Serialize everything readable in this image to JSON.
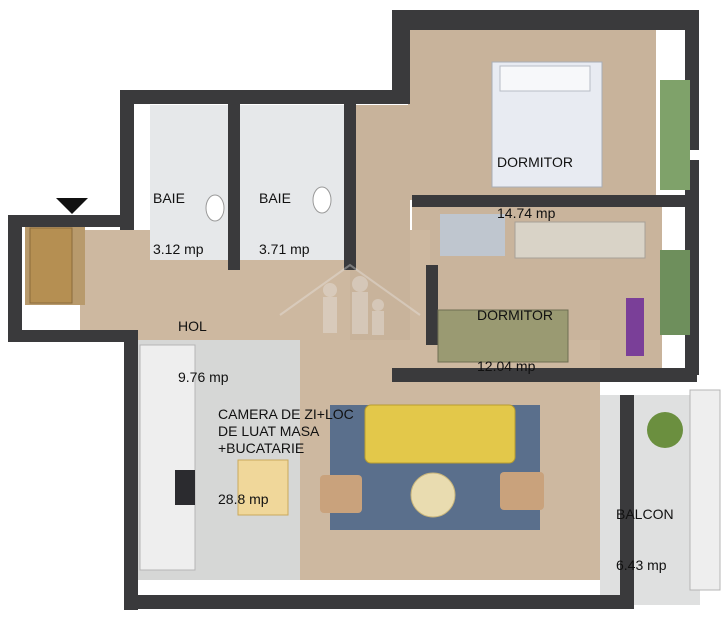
{
  "rooms": [
    {
      "id": "baie1",
      "name": "BAIE",
      "area": "3.12 mp"
    },
    {
      "id": "baie2",
      "name": "BAIE",
      "area": "3.71 mp"
    },
    {
      "id": "dormitor1",
      "name": "DORMITOR",
      "area": "14.74 mp"
    },
    {
      "id": "dormitor2",
      "name": "DORMITOR",
      "area": "12.04 mp"
    },
    {
      "id": "hol",
      "name": "HOL",
      "area": "9.76 mp"
    },
    {
      "id": "living",
      "name": "CAMERA DE ZI+LOC\nDE LUAT MASA\n+BUCATARIE",
      "area": "28.8 mp"
    },
    {
      "id": "balcon",
      "name": "BALCON",
      "area": "6.43 mp"
    }
  ],
  "colors": {
    "wall": "#3a3a3c",
    "floor_wood": "#c9b49c",
    "floor_tile": "#d6d7d6",
    "rug": "#5a6f8c",
    "sofa": "#e3c84a",
    "bed": "#e8ebf2",
    "window_glass": "#7fa26a",
    "entrance_marker": "#111111"
  },
  "icons": [
    "entrance-arrow-icon",
    "family-house-watermark-icon"
  ]
}
